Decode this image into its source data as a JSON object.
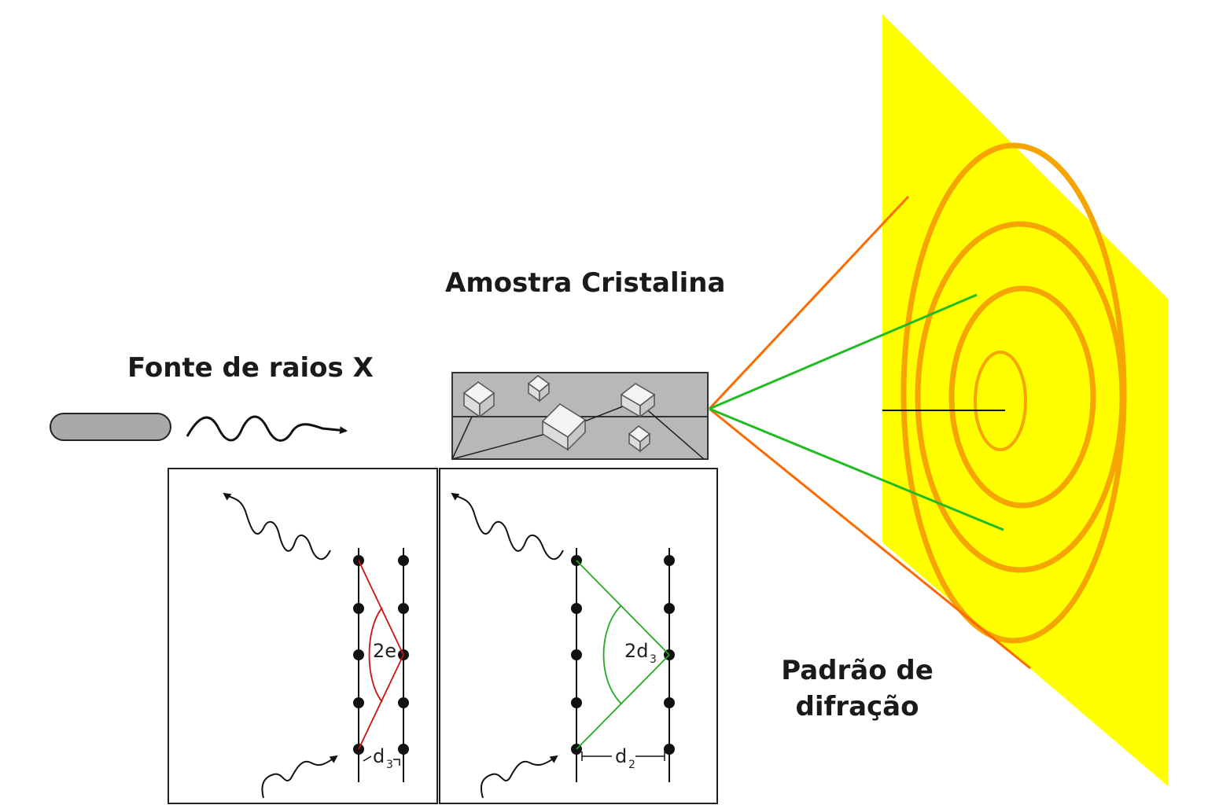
{
  "labels": {
    "xray_source": "Fonte de raios X",
    "sample": "Amostra Cristalina",
    "pattern_line1": "Padrão de",
    "pattern_line2": "difração"
  },
  "panel_left": {
    "angle_label": "2e",
    "spacing_label": "d",
    "spacing_sub": "3"
  },
  "panel_right": {
    "angle_label": "2d",
    "angle_sub": "3",
    "spacing_label": "d",
    "spacing_sub": "2"
  },
  "colors": {
    "screen": "#ffff00",
    "ring": "#f5a400",
    "outer_beam": "#ff6a00",
    "inner_beam": "#22bb22",
    "left_panel_beam": "#cc1111",
    "right_panel_beam": "#22aa22",
    "source_fill": "#a9a9a9",
    "sample_fill": "#b8b8b8"
  }
}
